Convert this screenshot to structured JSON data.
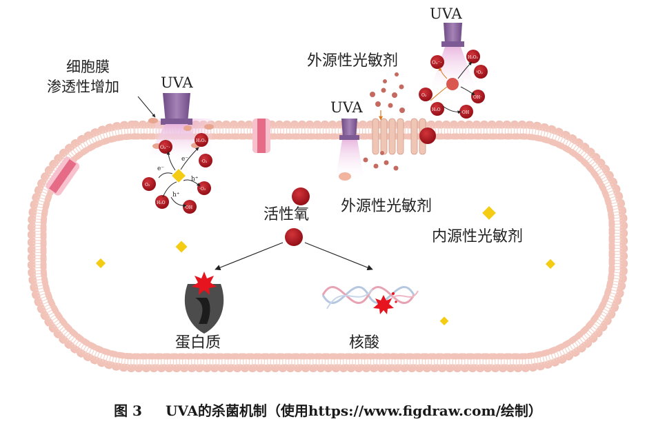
{
  "labels": {
    "membrane_perm_line1": "细胞膜",
    "membrane_perm_line2": "渗透性增加",
    "uva_left": "UVA",
    "uva_center": "UVA",
    "uva_top_right": "UVA",
    "exo_ps_top": "外源性光敏剂",
    "exo_ps_inner": "外源性光敏剂",
    "endo_ps": "内源性光敏剂",
    "ros": "活性氧",
    "protein": "蛋白质",
    "nucleic_acid": "核酸"
  },
  "reaction_left": {
    "o2_radical": "O₂⁻·",
    "h2o2": "H₂O₂",
    "oh_right": "·O₂",
    "e_minus_1": "e⁻",
    "e_minus_2": "e⁻",
    "h_plus_1": "h⁺",
    "h_plus_2": "h⁺",
    "o2": "O₂",
    "h2o": "H₂O",
    "oh": "·OH",
    "o7": "·O₂"
  },
  "reaction_right": {
    "o2_radical": "O₂⁻·",
    "h2o2": "H₂O₂",
    "o2_single": "¹O₂",
    "o2": "O₂",
    "oh_dot": "OH·",
    "h2o": "H₂O",
    "oh": "·OH"
  },
  "caption": {
    "figure": "图 3",
    "text": "UVA的杀菌机制（使用https://www.figdraw.com/绘制）"
  },
  "colors": {
    "membrane": "#f0c8bd",
    "membrane_head": "#f3c0b5",
    "ros_red": "#b3121c",
    "endo_yellow": "#f4cc14",
    "uva_purple": "#8c6aa0",
    "channel_pink": "#e8738c"
  }
}
